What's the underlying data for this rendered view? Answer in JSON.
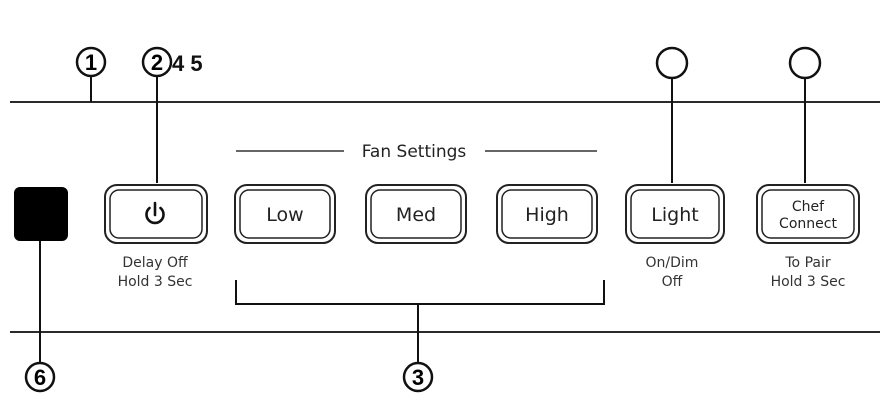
{
  "callouts": {
    "c1": "1",
    "c2": "2",
    "c2_extra": "4 5",
    "c3": "3",
    "c6": "6"
  },
  "heading": "Fan Settings",
  "buttons": {
    "power": {
      "icon": "power-icon"
    },
    "low": {
      "label": "Low"
    },
    "med": {
      "label": "Med"
    },
    "high": {
      "label": "High"
    },
    "light": {
      "label": "Light"
    },
    "chef_connect": {
      "line1": "Chef",
      "line2": "Connect"
    }
  },
  "captions": {
    "power_line1": "Delay Off",
    "power_line2": "Hold 3 Sec",
    "light_line1": "On/Dim",
    "light_line2": "Off",
    "chef_line1": "To Pair",
    "chef_line2": "Hold 3 Sec"
  },
  "colors": {
    "line": "#2a2a2a",
    "indicator": "#000000"
  }
}
